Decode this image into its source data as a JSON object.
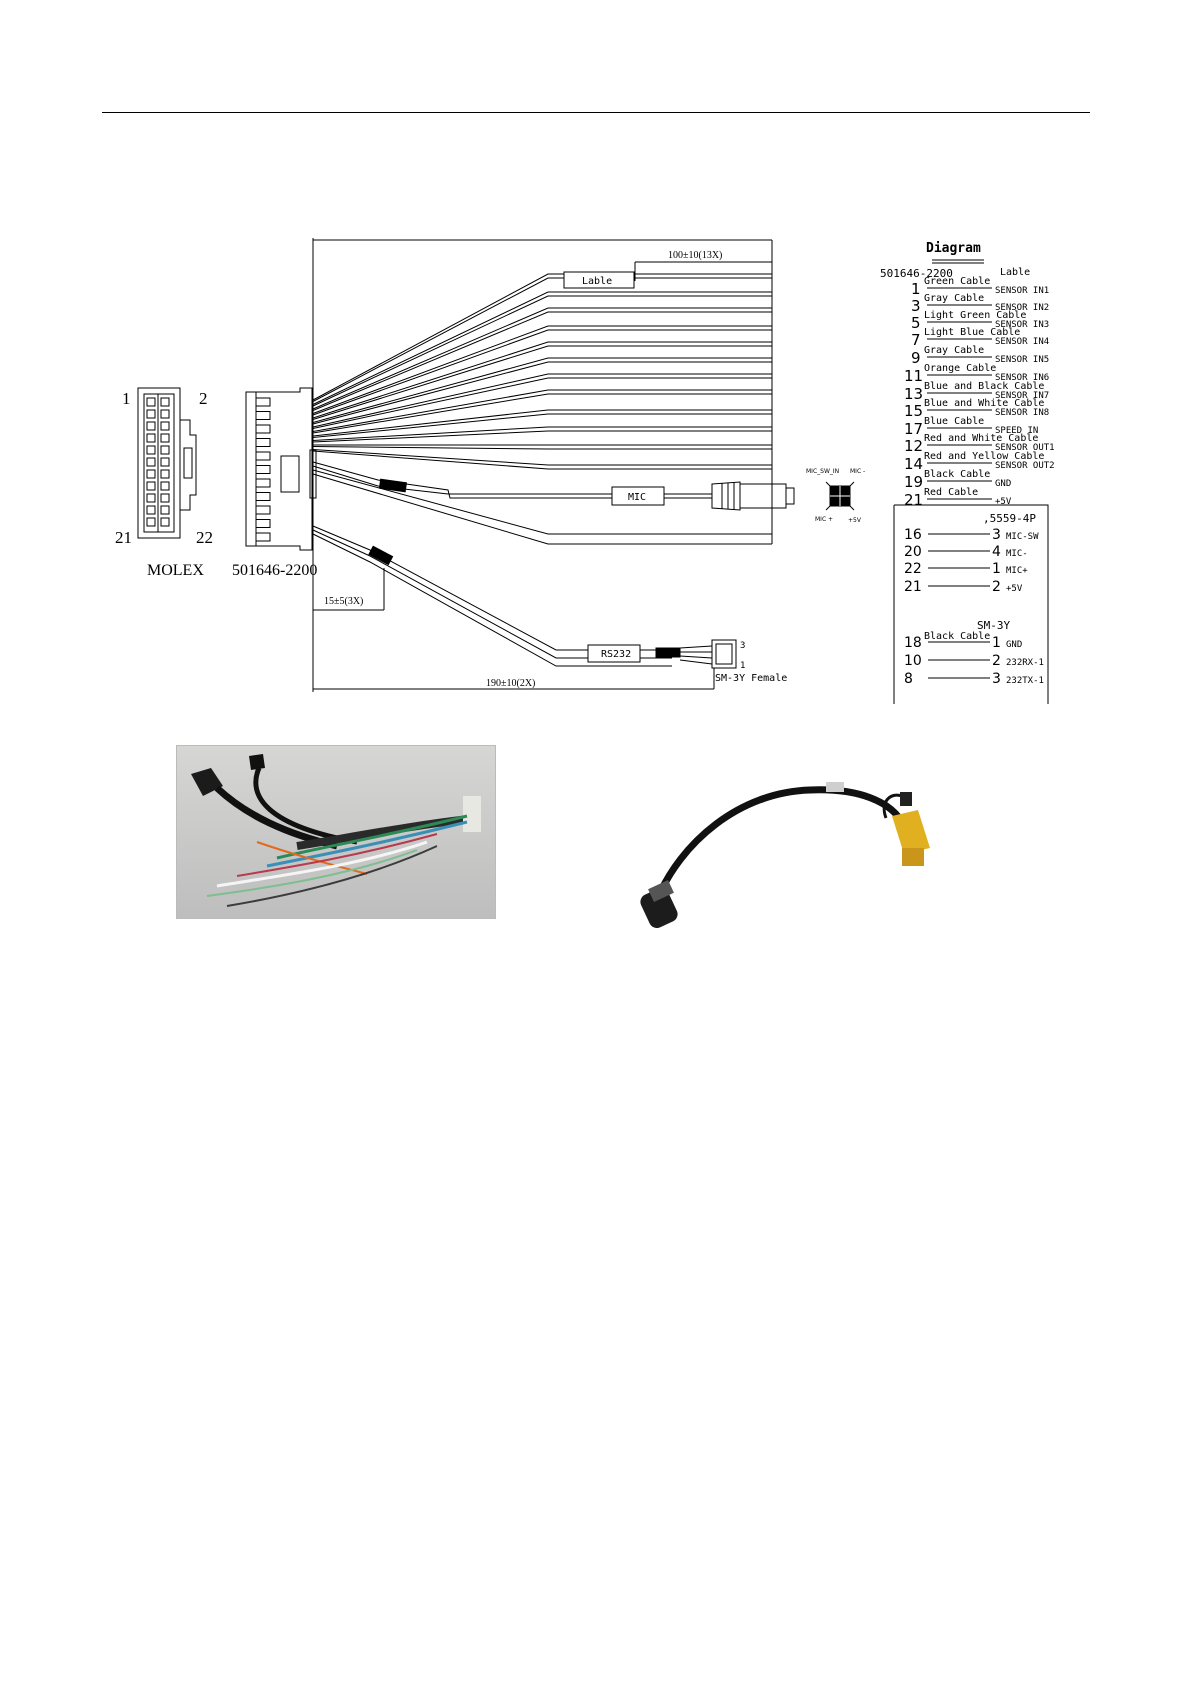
{
  "diagram": {
    "top_dimension": "",
    "dim_13x": "100±10(13X)",
    "dim_3x": "15±5(3X)",
    "dim_2x": "190±10(2X)",
    "lable_tag": "Lable",
    "mic_tag": "MIC",
    "rs232_tag": "RS232",
    "molex_label": "MOLEX",
    "part_label": "501646-2200",
    "pin_1": "1",
    "pin_2": "2",
    "pin_21": "21",
    "pin_22": "22",
    "sm3y_female": "SM-3Y Female",
    "sm3y_pin3": "3",
    "sm3y_pin1": "1",
    "mic_pinout": {
      "mic_sw_in": "MIC_SW_IN",
      "mic_minus": "MIC -",
      "mic_plus": "MIC +",
      "plus5v": "+5V"
    }
  },
  "legend": {
    "title": "Diagram",
    "part": "501646-2200",
    "lable": "Lable",
    "rows": [
      {
        "pin": "1",
        "cable": "Green Cable",
        "signal": "SENSOR IN1"
      },
      {
        "pin": "3",
        "cable": "Gray Cable",
        "signal": "SENSOR IN2"
      },
      {
        "pin": "5",
        "cable": "Light Green Cable",
        "signal": "SENSOR IN3"
      },
      {
        "pin": "7",
        "cable": "Light Blue Cable",
        "signal": "SENSOR IN4"
      },
      {
        "pin": "9",
        "cable": "Gray Cable",
        "signal": "SENSOR IN5"
      },
      {
        "pin": "11",
        "cable": "Orange Cable",
        "signal": "SENSOR IN6"
      },
      {
        "pin": "13",
        "cable": "Blue and Black Cable",
        "signal": "SENSOR IN7"
      },
      {
        "pin": "15",
        "cable": "Blue and White Cable",
        "signal": "SENSOR IN8"
      },
      {
        "pin": "17",
        "cable": "Blue Cable",
        "signal": "SPEED IN"
      },
      {
        "pin": "12",
        "cable": "Red and White Cable",
        "signal": "SENSOR OUT1"
      },
      {
        "pin": "14",
        "cable": "Red and Yellow Cable",
        "signal": "SENSOR OUT2"
      },
      {
        "pin": "19",
        "cable": "Black Cable",
        "signal": "GND"
      },
      {
        "pin": "21",
        "cable": "Red Cable",
        "signal": "+5V"
      }
    ],
    "box1_title": ",5559-4P",
    "box1_rows": [
      {
        "from": "16",
        "to": "3",
        "signal": "MIC-SW"
      },
      {
        "from": "20",
        "to": "4",
        "signal": "MIC-"
      },
      {
        "from": "22",
        "to": "1",
        "signal": "MIC+"
      },
      {
        "from": "21",
        "to": "2",
        "signal": "+5V"
      }
    ],
    "box2_title": "SM-3Y",
    "box2_cable": "Black Cable",
    "box2_rows": [
      {
        "from": "18",
        "to": "1",
        "signal": "GND"
      },
      {
        "from": "10",
        "to": "2",
        "signal": "232RX-1"
      },
      {
        "from": "8",
        "to": "3",
        "signal": "232TX-1"
      }
    ]
  },
  "photos": {
    "left_icon": "wire-harness-photo",
    "right_icon": "aviation-to-rca-cable-photo"
  }
}
